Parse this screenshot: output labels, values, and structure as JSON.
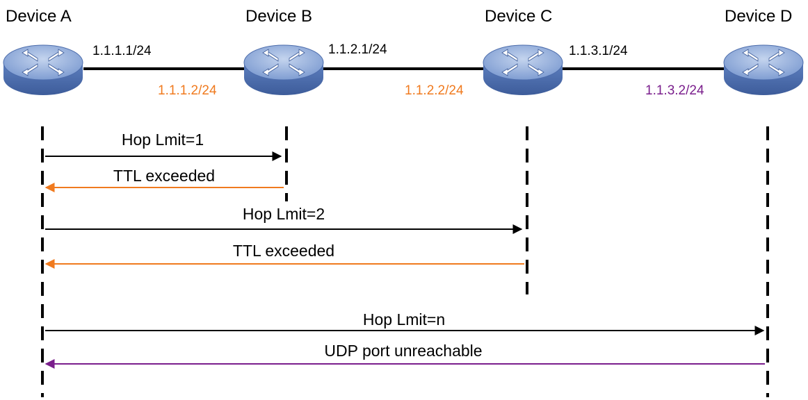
{
  "devices": [
    {
      "name": "Device A"
    },
    {
      "name": "Device B"
    },
    {
      "name": "Device C"
    },
    {
      "name": "Device D"
    }
  ],
  "interfaces": [
    {
      "ip": "1.1.1.1/24",
      "color": "#000000"
    },
    {
      "ip": "1.1.1.2/24",
      "color": "#f07a1e"
    },
    {
      "ip": "1.1.2.1/24",
      "color": "#000000"
    },
    {
      "ip": "1.1.2.2/24",
      "color": "#f07a1e"
    },
    {
      "ip": "1.1.3.1/24",
      "color": "#000000"
    },
    {
      "ip": "1.1.3.2/24",
      "color": "#7a1e8c"
    }
  ],
  "messages": [
    {
      "label": "Hop Lmit=1",
      "from": "Device A",
      "to": "Device B",
      "color": "#000000"
    },
    {
      "label": "TTL exceeded",
      "from": "Device B",
      "to": "Device A",
      "color": "#f07a1e"
    },
    {
      "label": "Hop Lmit=2",
      "from": "Device A",
      "to": "Device C",
      "color": "#000000"
    },
    {
      "label": "TTL exceeded",
      "from": "Device C",
      "to": "Device A",
      "color": "#f07a1e"
    },
    {
      "label": "Hop Lmit=n",
      "from": "Device A",
      "to": "Device D",
      "color": "#000000"
    },
    {
      "label": "UDP port unreachable",
      "from": "Device D",
      "to": "Device A",
      "color": "#7a1e8c"
    }
  ],
  "colors": {
    "router_body": "#5b7fc0",
    "router_top": "#9ab4e0",
    "router_icon": "#ffffff",
    "link": "#000000"
  }
}
